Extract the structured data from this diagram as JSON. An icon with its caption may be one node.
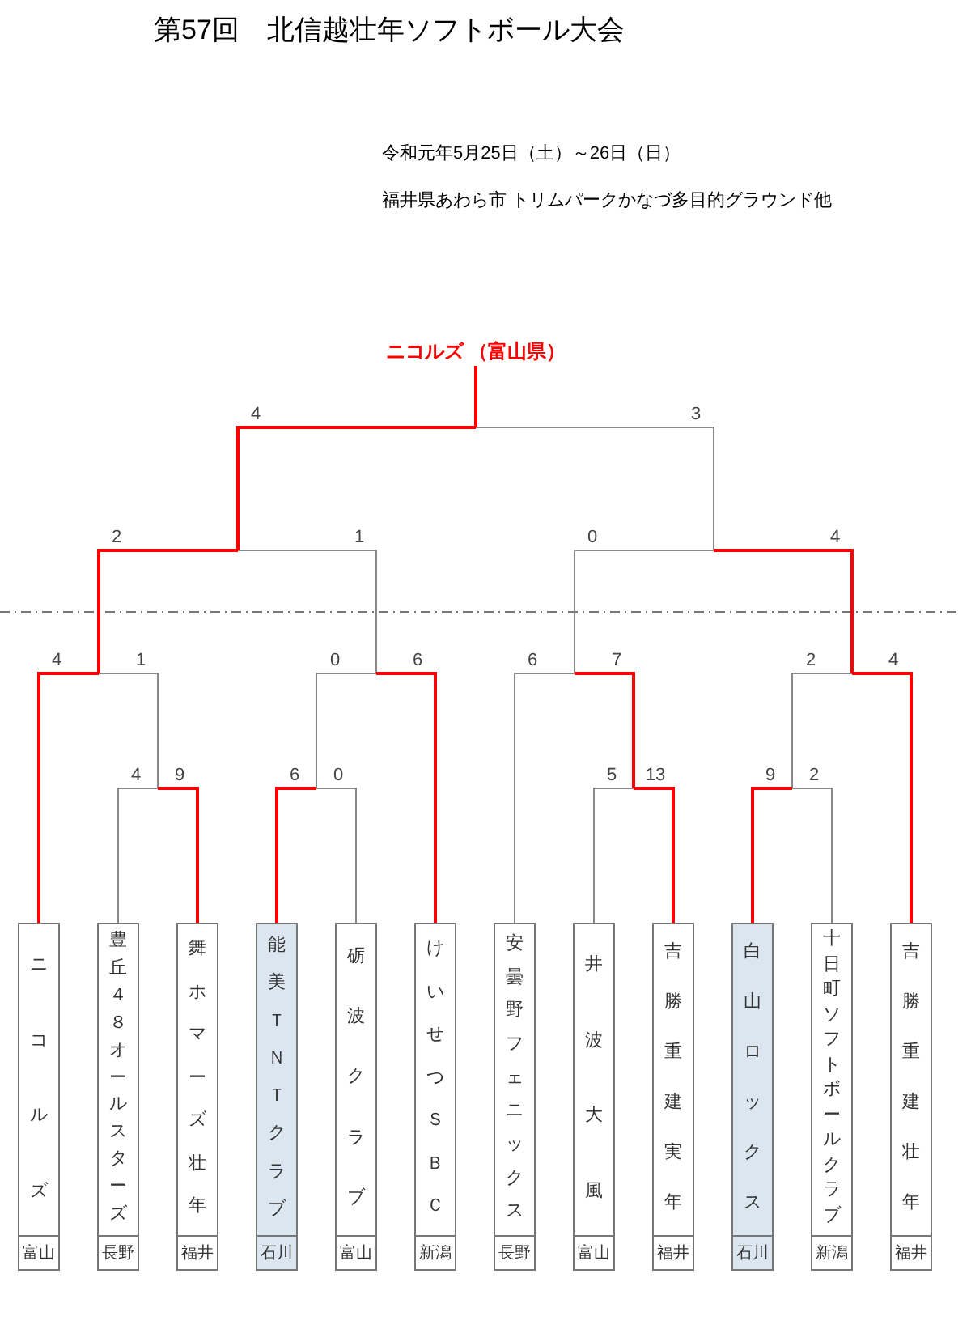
{
  "diagram": {
    "title": "第57回　北信越壮年ソフトボール大会",
    "nodes": [
      {
        "text": [
          "ニコルズ （富山県）"
        ]
      },
      {
        "text": [
          "ニコルズ",
          "富山"
        ]
      },
      {
        "text": [
          "豊丘４８オールスターズ",
          "長野"
        ]
      },
      {
        "text": [
          "舞ホマーズ壮年",
          "福井"
        ]
      },
      {
        "text": [
          "能美ＴＮＴクラブ",
          "石川"
        ]
      },
      {
        "text": [
          "砺波クラブ",
          "富山"
        ]
      },
      {
        "text": [
          "けいせつＳＢＣ",
          "新潟"
        ]
      },
      {
        "text": [
          "安曇野フェニックス",
          "長野"
        ]
      },
      {
        "text": [
          "井波大風",
          "富山"
        ]
      },
      {
        "text": [
          "吉勝重建実年",
          "福井"
        ]
      },
      {
        "text": [
          "白山ロックス",
          "石川"
        ]
      },
      {
        "text": [
          "十日町ソフトボールクラブ",
          "新潟"
        ]
      },
      {
        "text": [
          "吉勝重建壮年",
          "福井"
        ]
      }
    ],
    "edges": [
      {
        "from": 1,
        "to": 0,
        "arrow": "none",
        "color": "#ff0000"
      },
      {
        "from": 2,
        "to": 0,
        "arrow": "none"
      },
      {
        "from": 3,
        "to": 0,
        "arrow": "none"
      },
      {
        "from": 4,
        "to": 0,
        "arrow": "none"
      },
      {
        "from": 5,
        "to": 0,
        "arrow": "none"
      },
      {
        "from": 6,
        "to": 0,
        "arrow": "none"
      },
      {
        "from": 7,
        "to": 0,
        "arrow": "none",
        "color": "#888888"
      },
      {
        "from": 8,
        "to": 0,
        "arrow": "none",
        "color": "#888888"
      },
      {
        "from": 9,
        "to": 0,
        "arrow": "none",
        "color": "#888888"
      },
      {
        "from": 10,
        "to": 0,
        "arrow": "none",
        "color": "#888888"
      },
      {
        "from": 11,
        "to": 0,
        "arrow": "none",
        "color": "#888888"
      },
      {
        "from": 12,
        "to": 0,
        "arrow": "none",
        "color": "#888888"
      }
    ],
    "labels": [
      "令和元年5月25日（土）～26日（日）",
      "福井県あわら市 トリムパークかなづ多目的グラウンド他",
      "4",
      "3",
      "2",
      "1",
      "0",
      "4",
      "4",
      "1",
      "0",
      "6",
      "6",
      "7",
      "2",
      "4",
      "4",
      "9",
      "6",
      "0",
      "5",
      "13",
      "9",
      "2"
    ]
  }
}
